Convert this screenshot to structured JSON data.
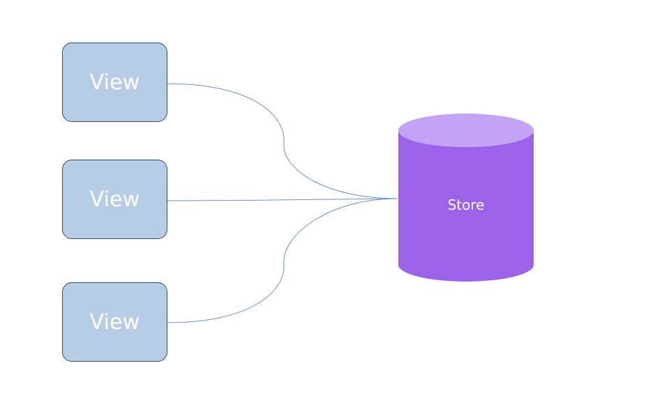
{
  "diagram": {
    "views": [
      {
        "label": "View"
      },
      {
        "label": "View"
      },
      {
        "label": "View"
      }
    ],
    "store": {
      "label": "Store"
    }
  },
  "colors": {
    "background": "#ffffff",
    "view_fill": "#b7cde6",
    "view_border": "#2f4a73",
    "connector": "#6f8fc7",
    "store_body": "#9a63ea",
    "store_top": "#c3a3f3",
    "label_text": "#ffffff"
  }
}
